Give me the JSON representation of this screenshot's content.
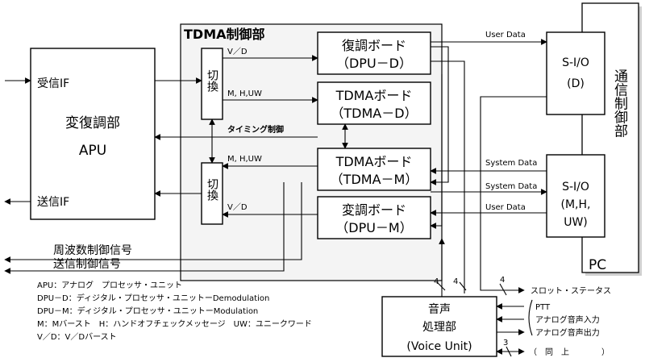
{
  "blocks": {
    "tdma_controller": "TDMA制御部",
    "apu": {
      "rx_if": "受信IF",
      "name": "変復調部",
      "abbr": "APU",
      "tx_if": "送信IF"
    },
    "switch_top": "切換",
    "switch_bottom": "切換",
    "dpu_d": {
      "line1": "復調ボード",
      "line2": "（DPU－D）"
    },
    "tdma_d": {
      "line1": "TDMAボード",
      "line2": "（TDMA－D）"
    },
    "tdma_m": {
      "line1": "TDMAボード",
      "line2": "（TDMA－M）"
    },
    "dpu_m": {
      "line1": "変調ボード",
      "line2": "（DPU－M）"
    },
    "sio_d": {
      "line1": "S-I/O",
      "line2": "(D)"
    },
    "sio_m": {
      "line1": "S-I/O",
      "line2": "(M,H,",
      "line3": "UW)"
    },
    "comm_control": "通信制御部",
    "pc": "PC",
    "voice": {
      "line1": "音声",
      "line2": "処理部",
      "line3": "(Voice Unit)"
    }
  },
  "signals": {
    "vd_top": "V／D",
    "mhuw_top": "M, H,UW",
    "timing": "タイミング制御",
    "mhuw_bottom": "M, H,UW",
    "vd_bottom": "V／D",
    "user_data_top": "User Data",
    "system_data_1": "System Data",
    "system_data_2": "System Data",
    "user_data_bottom": "User Data",
    "freq_control": "周波数制御信号",
    "tx_control": "送信制御信号",
    "bus_4a": "4",
    "bus_4b": "4",
    "bus_4c": "4",
    "bus_3": "3"
  },
  "io": {
    "slot_status": "スロット・ステータス",
    "ptt": "PTT",
    "analog_in": "アナログ音声入力",
    "analog_out": "アナログ音声出力",
    "same_as_above": "（　同　上　　　　）"
  },
  "legend": [
    "APU：アナログ　プロセッサ・ユニット",
    "DPU－D：ディジタル・プロセッサ・ユニットーDemodulation",
    "DPU－M：ディジタル・プロセッサ・ユニットーModulation",
    "M：Mバースト　H：ハンドオフチェックメッセージ　UW：ユニークワード",
    "V／D：V／Dバースト"
  ]
}
